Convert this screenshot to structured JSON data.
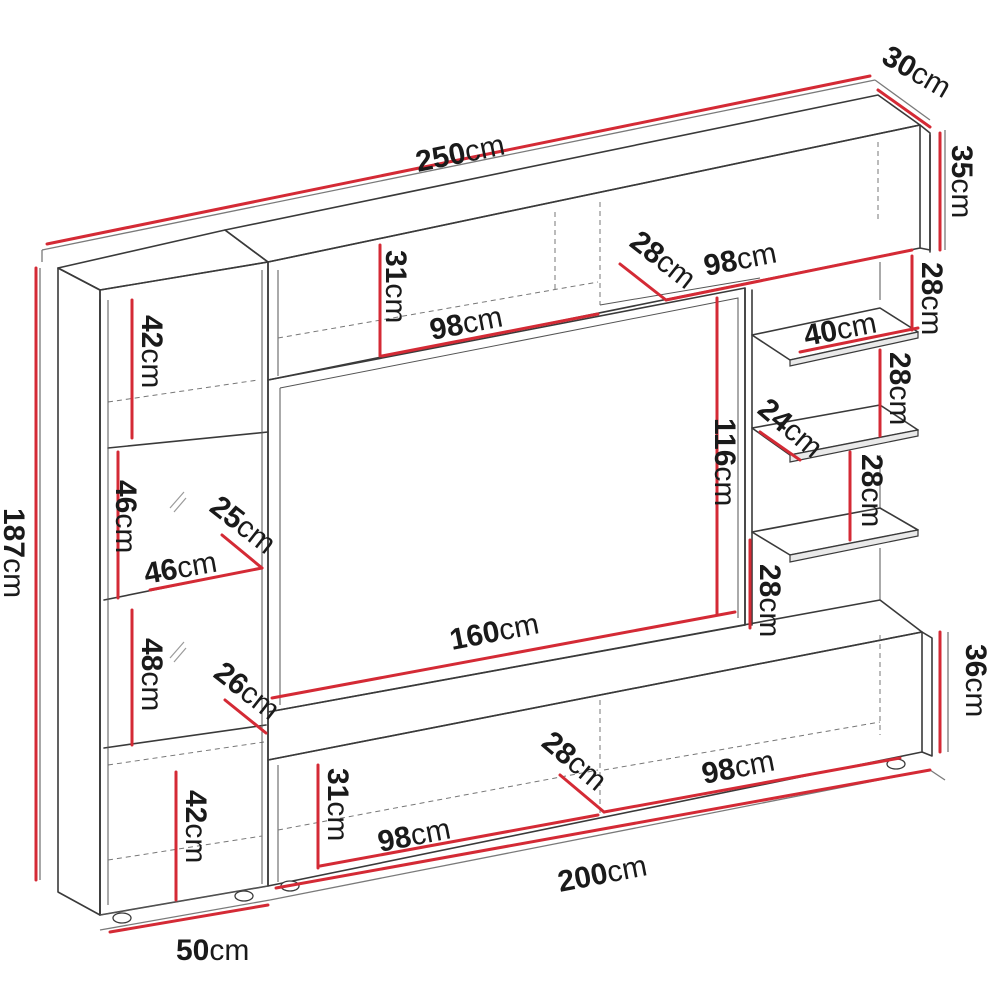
{
  "diagram": {
    "labels": {
      "overall_width": "250",
      "overall_height": "187",
      "top_depth": "30",
      "top_box_height": "35",
      "left_top_section": "42",
      "left_glass_upper": "46",
      "left_shelf_width": "46",
      "left_shelf_depth_upper": "25",
      "left_glass_lower": "48",
      "left_shelf_depth_lower": "26",
      "left_bottom_section": "42",
      "left_base_width": "50",
      "top_shelf_height": "31",
      "top_shelf_width_left": "98",
      "top_shelf_depth": "28",
      "top_shelf_width_right": "98",
      "tv_height": "116",
      "tv_width": "160",
      "right_shelf_spacing_1": "28",
      "right_shelf_width": "40",
      "right_shelf_spacing_2": "28",
      "right_shelf_depth": "24",
      "right_shelf_spacing_3": "28",
      "right_lower_spacing": "28",
      "bottom_box_height": "36",
      "bottom_depth": "28",
      "bottom_width_right": "98",
      "bottom_front_height": "31",
      "bottom_width_left": "98",
      "base_width": "200"
    },
    "unit": "cm",
    "colors": {
      "dimension_line": "#d42a35",
      "outline": "#3a3a3a",
      "extension_line": "#7a7a7a"
    }
  }
}
